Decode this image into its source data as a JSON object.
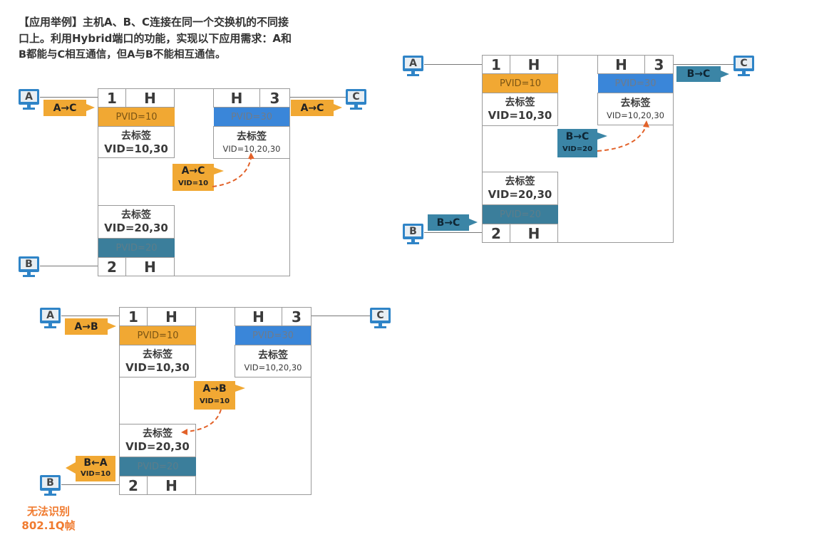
{
  "title": {
    "line1": "【应用举例】主机A、B、C连接在同一个交换机的不同接",
    "line2": "口上。利用Hybrid端口的功能，实现以下应用需求：A和",
    "line3": "B都能与C相互通信，但A与B不能相互通信。"
  },
  "hosts": {
    "a": "A",
    "b": "B",
    "c": "C"
  },
  "ports": {
    "p1": {
      "num": "1",
      "type": "H",
      "pvid": "PVID=10",
      "action": "去标签",
      "vid": "VID=10,30"
    },
    "p2": {
      "num": "2",
      "type": "H",
      "pvid": "PVID=20",
      "action": "去标签",
      "vid": "VID=20,30"
    },
    "p3": {
      "num": "3",
      "type": "H",
      "pvid": "PVID=30",
      "action": "去标签",
      "vid": "VID=10,20,30"
    }
  },
  "frames": {
    "a_to_c": "A→C",
    "b_to_c": "B→C",
    "a_to_b": "A→B",
    "b_from_a": "B←A",
    "vid10": "VID=10",
    "vid20": "VID=20"
  },
  "note": {
    "line1": "无法识别",
    "line2": "802.1Q帧"
  },
  "colors": {
    "orange": "#f1a833",
    "blue": "#3a86d9",
    "teal": "#3b7e9b",
    "dash": "#e2622a",
    "note": "#f07a2e"
  }
}
